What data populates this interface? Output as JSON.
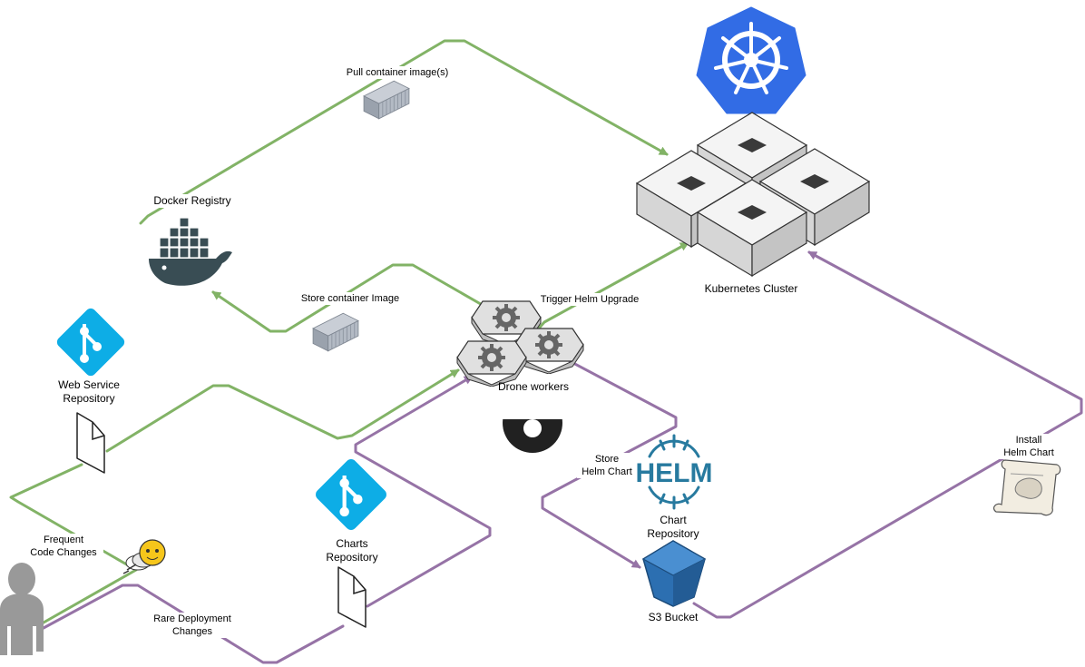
{
  "colors": {
    "green_flow": "#82b366",
    "purple_flow": "#9673a6",
    "kubernetes_blue": "#326ce5",
    "git_blue": "#0dade6",
    "helm_blue": "#277a9f",
    "s3_blue": "#2c6fb1",
    "docker_dark": "#394d54",
    "server_gray": "#e6e6e6"
  },
  "labels": {
    "pull_container_images": "Pull container image(s)",
    "docker_registry": "Docker Registry",
    "store_container_image": "Store container Image",
    "trigger_helm_upgrade": "Trigger Helm Upgrade",
    "kubernetes_cluster": "Kubernetes Cluster",
    "web_service_repository": "Web Service\nRepository",
    "drone_workers": "Drone workers",
    "store_helm_chart": "Store\nHelm Chart",
    "chart_repository": "Chart\nRepository",
    "install_helm_chart": "Install\nHelm Chart",
    "charts_repository": "Charts\nRepository",
    "frequent_code_changes": "Frequent\nCode Changes",
    "rare_deployment_changes": "Rare Deployment\nChanges",
    "s3_bucket": "S3 Bucket",
    "helm_logo_text": "HELM"
  },
  "icons": {
    "kubernetes": "kubernetes-logo-icon",
    "cluster": "server-cluster-icon",
    "docker": "docker-whale-icon",
    "container": "shipping-container-icon",
    "git": "git-logo-icon",
    "document": "document-icon",
    "drone_workers": "gear-worker-icon",
    "drone_logo": "drone-logo-icon",
    "helm": "helm-wheel-icon",
    "s3": "s3-bucket-icon",
    "helm_chart_scroll": "chart-scroll-icon",
    "user": "user-icon",
    "bee": "bee-icon"
  }
}
